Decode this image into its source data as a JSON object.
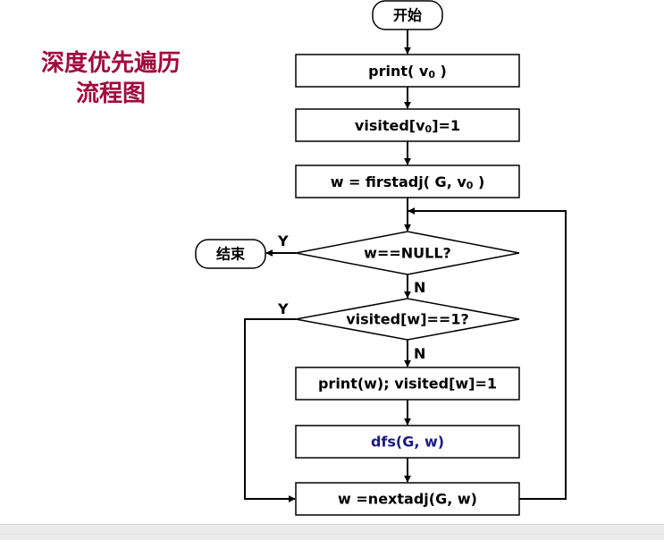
{
  "title": {
    "line1": "深度优先遍历",
    "line2": "流程图"
  },
  "nodes": {
    "start": "开始",
    "print_v0": "print( v",
    "print_v0_sub": "0",
    "print_v0_tail": " )",
    "visited_v0_a": "visited[v",
    "visited_v0_sub": "0",
    "visited_v0_b": "]=1",
    "firstadj_a": "w = firstadj( G, v",
    "firstadj_sub": "0",
    "firstadj_b": " )",
    "null_check": "w==NULL?",
    "visited_check": "visited[w]==1?",
    "print_w": "print(w);  visited[w]=1",
    "dfs_call": "dfs(G, w)",
    "nextadj": "w =nextadj(G, w)",
    "end": "结束"
  },
  "labels": {
    "null_yes": "Y",
    "null_no": "N",
    "visited_yes": "Y",
    "visited_no": "N"
  },
  "colors": {
    "title": "#a00a3c",
    "dfs_text": "#1a1a80",
    "stroke": "#000000"
  }
}
